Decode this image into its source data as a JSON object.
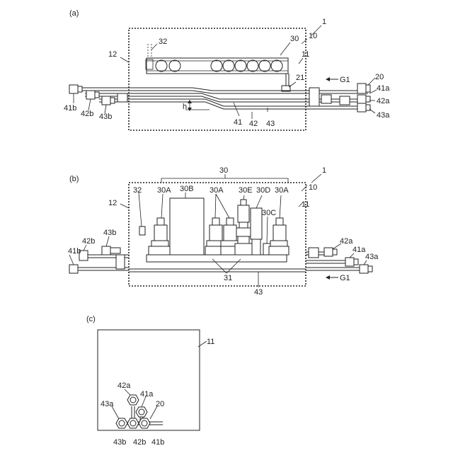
{
  "figure_a": {
    "panel_label": "(a)",
    "ref_1": "1",
    "ref_10": "10",
    "ref_11": "11",
    "ref_12": "12",
    "ref_20": "20",
    "ref_21": "21",
    "ref_30": "30",
    "ref_32": "32",
    "ref_41": "41",
    "ref_42": "42",
    "ref_43": "43",
    "ref_41a": "41a",
    "ref_42a": "42a",
    "ref_43a": "43a",
    "ref_41b": "41b",
    "ref_42b": "42b",
    "ref_43b": "43b",
    "ref_h": "h",
    "flow": "G1"
  },
  "figure_b": {
    "panel_label": "(b)",
    "ref_1": "1",
    "ref_10": "10",
    "ref_11": "11",
    "ref_12": "12",
    "ref_30": "30",
    "ref_30A_1": "30A",
    "ref_30A_2": "30A",
    "ref_30A_3": "30A",
    "ref_30B": "30B",
    "ref_30C": "30C",
    "ref_30D": "30D",
    "ref_30E": "30E",
    "ref_31": "31",
    "ref_32": "32",
    "ref_43": "43",
    "ref_41a": "41a",
    "ref_42a": "42a",
    "ref_43a": "43a",
    "ref_41b": "41b",
    "ref_42b": "42b",
    "ref_43b": "43b",
    "flow": "G1"
  },
  "figure_c": {
    "panel_label": "(c)",
    "ref_11": "11",
    "ref_20": "20",
    "ref_41a": "41a",
    "ref_42a": "42a",
    "ref_43a": "43a",
    "ref_41b": "41b",
    "ref_42b": "42b",
    "ref_43b": "43b"
  }
}
